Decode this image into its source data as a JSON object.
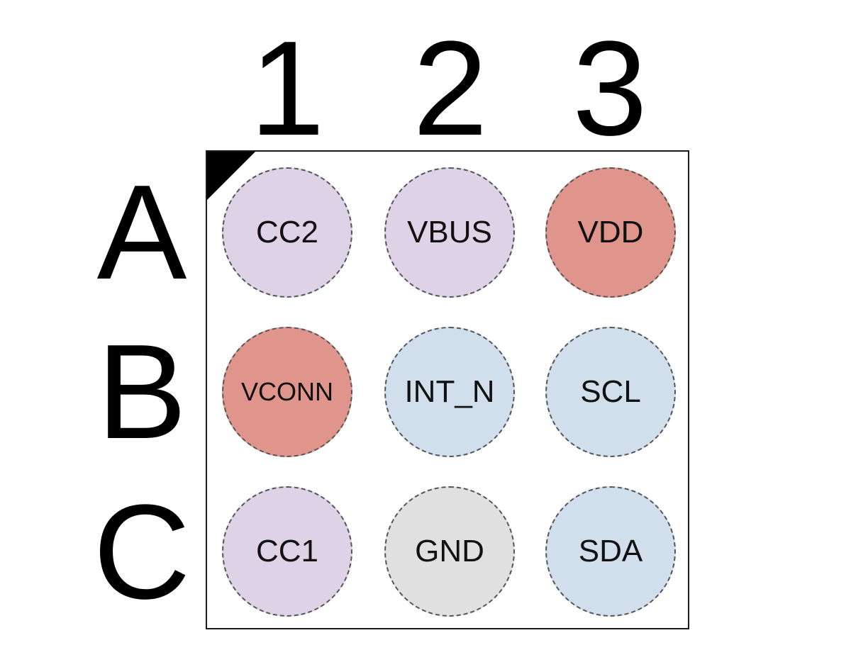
{
  "columns": [
    "1",
    "2",
    "3"
  ],
  "rows": [
    "A",
    "B",
    "C"
  ],
  "colors": {
    "power": "#df958c",
    "cc": "#ddd2e6",
    "signal": "#d1dfed",
    "ground": "#e0e0e0"
  },
  "pins": [
    {
      "row": "A",
      "col": "1",
      "label": "CC2",
      "group": "cc"
    },
    {
      "row": "A",
      "col": "2",
      "label": "VBUS",
      "group": "cc"
    },
    {
      "row": "A",
      "col": "3",
      "label": "VDD",
      "group": "power"
    },
    {
      "row": "B",
      "col": "1",
      "label": "VCONN",
      "group": "power"
    },
    {
      "row": "B",
      "col": "2",
      "label": "INT_N",
      "group": "signal"
    },
    {
      "row": "B",
      "col": "3",
      "label": "SCL",
      "group": "signal"
    },
    {
      "row": "C",
      "col": "1",
      "label": "CC1",
      "group": "cc"
    },
    {
      "row": "C",
      "col": "2",
      "label": "GND",
      "group": "ground"
    },
    {
      "row": "C",
      "col": "3",
      "label": "SDA",
      "group": "signal"
    }
  ]
}
